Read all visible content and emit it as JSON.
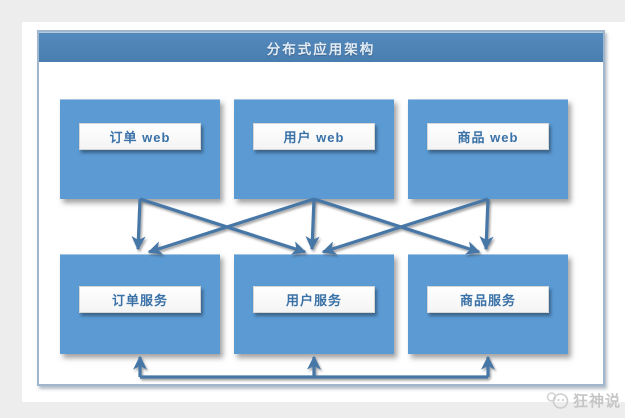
{
  "diagram": {
    "title": "分布式应用架构",
    "colors": {
      "header_fill": "#4d82b6",
      "header_text": "#e3ecf5",
      "node_fill": "#5b9ad3",
      "node_label_text": "#3a72a8",
      "arrow": "#4777a6",
      "frame_border": "#9fb6cc",
      "page_background": "#ededee"
    },
    "nodes": [
      {
        "id": "order-web",
        "label": "订单 web",
        "col": 0,
        "row": 0
      },
      {
        "id": "user-web",
        "label": "用户 web",
        "col": 1,
        "row": 0
      },
      {
        "id": "product-web",
        "label": "商品 web",
        "col": 2,
        "row": 0
      },
      {
        "id": "order-service",
        "label": "订单服务",
        "col": 0,
        "row": 1
      },
      {
        "id": "user-service",
        "label": "用户服务",
        "col": 1,
        "row": 1
      },
      {
        "id": "product-service",
        "label": "商品服务",
        "col": 2,
        "row": 1
      }
    ],
    "edges": [
      {
        "from": "order-web",
        "to": "order-service"
      },
      {
        "from": "order-web",
        "to": "user-service"
      },
      {
        "from": "user-web",
        "to": "order-service"
      },
      {
        "from": "user-web",
        "to": "user-service"
      },
      {
        "from": "user-web",
        "to": "product-service"
      },
      {
        "from": "product-web",
        "to": "user-service"
      },
      {
        "from": "product-web",
        "to": "product-service"
      }
    ],
    "bottom_bus": {
      "connects": [
        "order-service",
        "user-service",
        "product-service"
      ],
      "arrow_direction": "up"
    }
  },
  "watermark": {
    "text": "狂神说",
    "icon": "kuangshen-logo-icon",
    "color": "#c6c6c6"
  }
}
